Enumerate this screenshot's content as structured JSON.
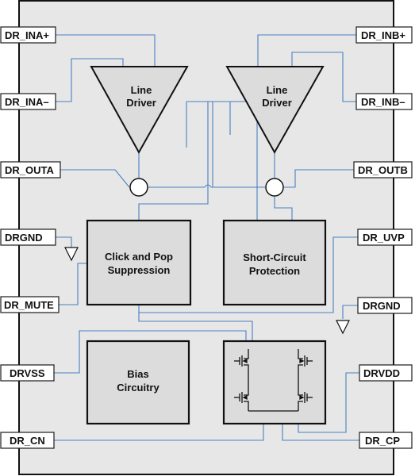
{
  "colors": {
    "chip_fill": "#e7e7e7",
    "block_fill": "#dcdcdc",
    "wire": "#4a7fc1",
    "outline": "#111111"
  },
  "pins_left": [
    "DR_INA+",
    "DR_INA–",
    "DR_OUTA",
    "DRGND",
    "DR_MUTE",
    "DRVSS",
    "DR_CN"
  ],
  "pins_right": [
    "DR_INB+",
    "DR_INB–",
    "DR_OUTB",
    "DR_UVP",
    "DRGND",
    "DRVDD",
    "DR_CP"
  ],
  "drivers": [
    {
      "line1": "Line",
      "line2": "Driver"
    },
    {
      "line1": "Line",
      "line2": "Driver"
    }
  ],
  "blocks": {
    "click_pop": {
      "line1": "Click and Pop",
      "line2": "Suppression"
    },
    "short_circuit": {
      "line1": "Short-Circuit",
      "line2": "Protection"
    },
    "bias": {
      "line1": "Bias",
      "line2": "Circuitry"
    }
  },
  "icons": [
    "ground-icon",
    "ground-icon",
    "mosfet-icon"
  ]
}
